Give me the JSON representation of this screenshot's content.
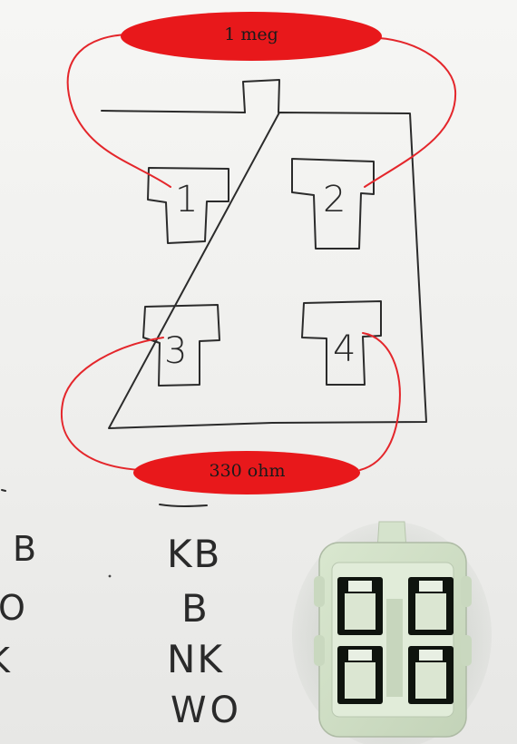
{
  "diagram": {
    "resistors": [
      {
        "label": "1 meg",
        "color": "#e8181b"
      },
      {
        "label": "330 ohm",
        "color": "#e8181b"
      }
    ],
    "pins": [
      "1",
      "2",
      "3",
      "4"
    ],
    "wire_codes_left": [
      "B",
      "O",
      "K"
    ],
    "wire_codes_right": [
      "KB",
      "B",
      "NK",
      "WO"
    ]
  }
}
